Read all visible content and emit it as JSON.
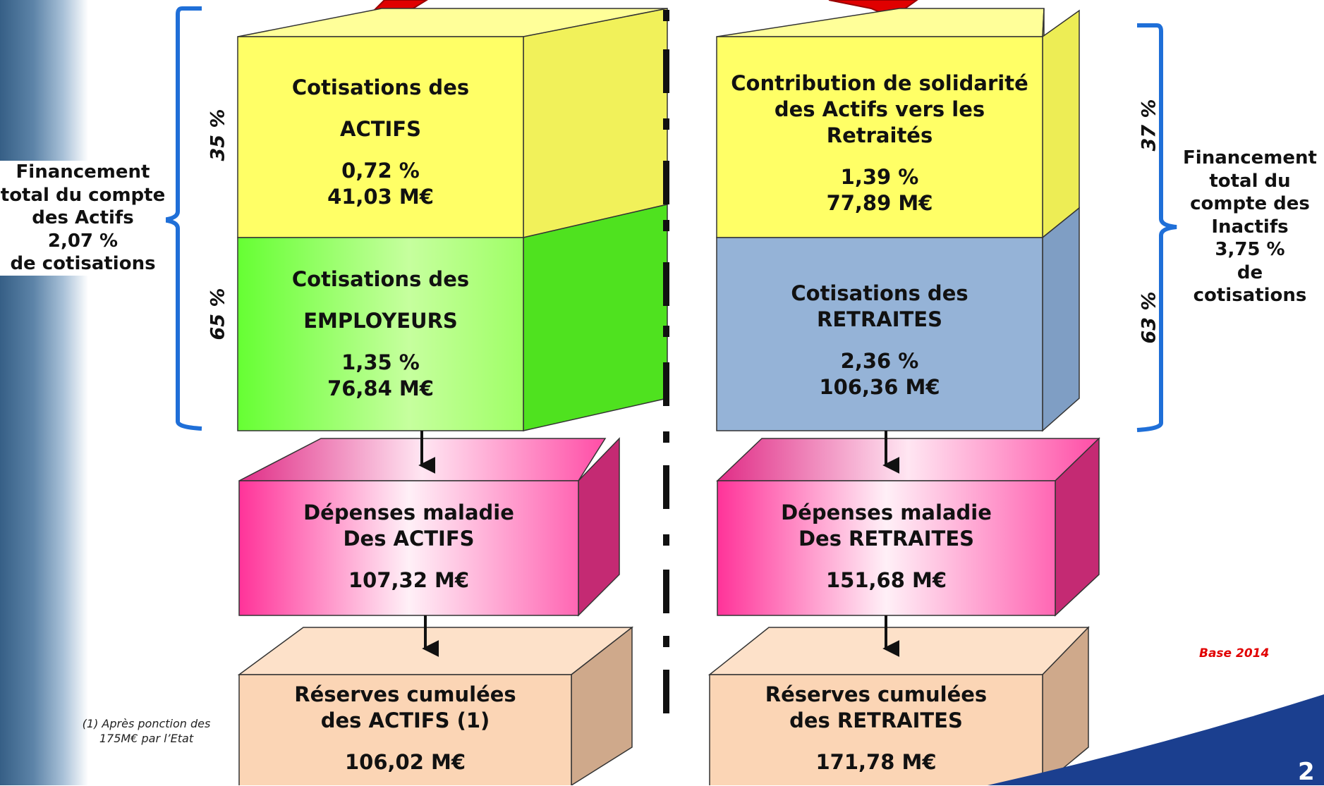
{
  "left": {
    "account_label": [
      "Financement",
      "total du compte",
      "des Actifs",
      "2,07 %",
      "de cotisations"
    ],
    "pct_top": "35 %",
    "pct_bottom": "65 %",
    "box1": {
      "lines": [
        "Cotisations des",
        "ACTIFS",
        "0,72 %",
        "41,03 M€"
      ],
      "color": "#ffff66"
    },
    "box2": {
      "lines": [
        "Cotisations des",
        "EMPLOYEURS",
        "1,35 %",
        "76,84 M€"
      ],
      "color": "#66ff33"
    },
    "box3": {
      "lines": [
        "Dépenses maladie",
        "Des ACTIFS",
        "107,32 M€"
      ],
      "color": "#ff3399"
    },
    "box4": {
      "lines": [
        "Réserves cumulées",
        "des ACTIFS (1)",
        "106,02 M€"
      ],
      "color": "#fbd5b5"
    }
  },
  "right": {
    "account_label": [
      "Financement",
      "total du",
      "compte des",
      "Inactifs",
      "3,75 %",
      "de cotisations"
    ],
    "pct_top": "37 %",
    "pct_bottom": "63 %",
    "box1": {
      "lines": [
        "Contribution de solidarité",
        "des Actifs vers les",
        "Retraités",
        "1,39 %",
        "77,89 M€"
      ],
      "color": "#ffff66"
    },
    "box2": {
      "lines": [
        "Cotisations des",
        "RETRAITES",
        "2,36 %",
        "106,36 M€"
      ],
      "color": "#95b3d7"
    },
    "box3": {
      "lines": [
        "Dépenses maladie",
        "Des RETRAITES",
        "151,68 M€"
      ],
      "color": "#ff3399"
    },
    "box4": {
      "lines": [
        "Réserves cumulées",
        "des RETRAITES",
        "171,78 M€"
      ],
      "color": "#fbd5b5"
    }
  },
  "footnote": [
    "(1) Après ponction des",
    "175M€ par l’Etat"
  ],
  "base_label": "Base 2014",
  "page_number": "2",
  "colors": {
    "bracket": "#1f6fd8",
    "arrow_red": "#e00000",
    "divider": "#111111"
  }
}
